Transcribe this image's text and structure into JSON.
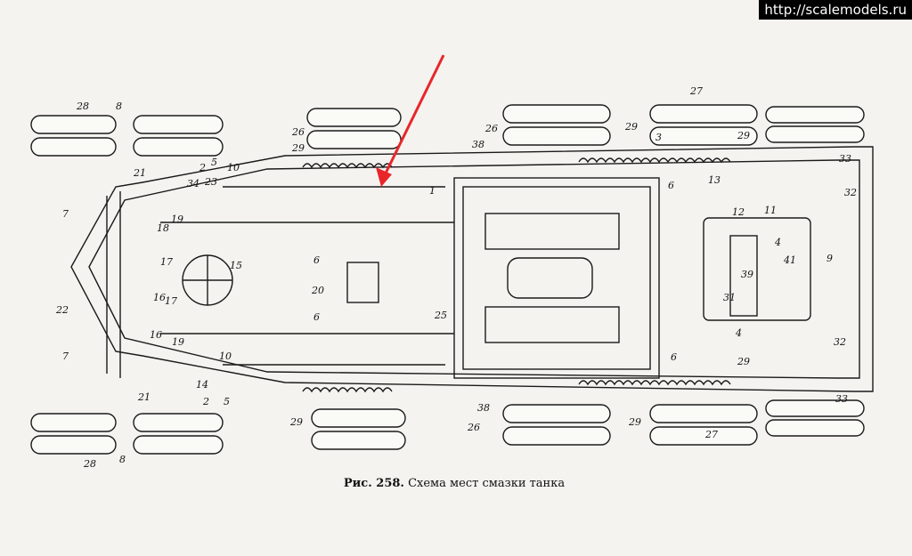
{
  "watermark": "http://scalemodels.ru",
  "caption": {
    "prefix": "Рис. 258.",
    "text": "Схема мест смазки танка"
  },
  "callouts": [
    "1",
    "2",
    "3",
    "4",
    "5",
    "6",
    "7",
    "8",
    "9",
    "10",
    "11",
    "12",
    "13",
    "14",
    "15",
    "16",
    "17",
    "18",
    "19",
    "20",
    "21",
    "22",
    "23",
    "25",
    "26",
    "27",
    "28",
    "29",
    "31",
    "32",
    "33",
    "34",
    "38",
    "39",
    "41"
  ],
  "colors": {
    "ink": "#1a1a1a",
    "paper": "#f4f3ef",
    "arrow": "#e8262a"
  }
}
